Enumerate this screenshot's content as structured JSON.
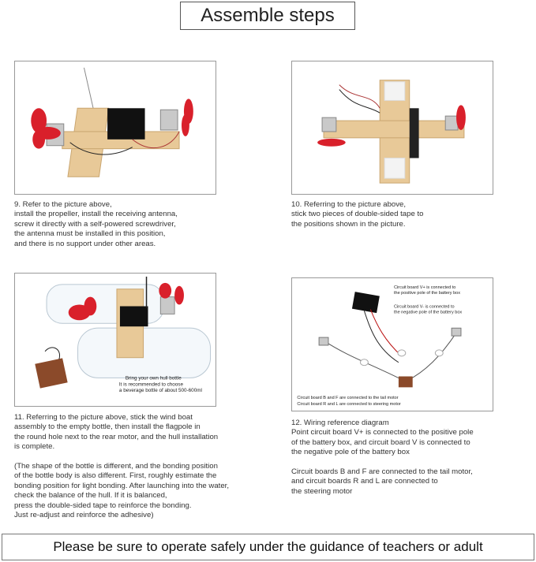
{
  "title": "Assemble steps",
  "steps": [
    {
      "caption": "9. Refer to the picture above,\ninstall the propeller, install the receiving antenna,\nscrew it directly with a self-powered screwdriver,\nthe antenna must be installed in this position,\nand there is no support under other areas."
    },
    {
      "caption": "10. Referring to the picture above,\nstick two pieces of double-sided tape to\nthe positions shown in the picture."
    },
    {
      "caption": "11. Referring to the picture above, stick the wind boat\nassembly to the empty bottle, then install the flagpole in\nthe round hole next to the rear motor, and the hull installation\nis complete.\n\n(The shape of the bottle is different, and the bonding position\nof the bottle body is also different. First, roughly estimate the\nbonding position for light bonding. After launching into the water,\ncheck the balance of the hull. If it is balanced,\npress the double-sided tape to reinforce the bonding.\nJust re-adjust and reinforce the adhesive)",
      "image_labels": [
        "Bring your own hull bottle",
        "It is recommended to choose",
        "a beverage bottle of about 500-600ml"
      ]
    },
    {
      "caption": "12. Wiring reference diagram\nPoint circuit board V+ is connected to the positive pole\nof the battery box, and circuit board V is connected to\nthe negative pole of the battery box\n\nCircuit boards B and F are connected to the tail motor,\nand circuit boards R and L are connected to\nthe steering motor",
      "image_labels": [
        "Circuit board V+ is connected to",
        "the positive pole of the battery box",
        "Circuit board V- is connected to",
        "the negative pole of the battery box",
        "Circuit board B and F are connected to the tail motor",
        "Circuit board R and L are connected to steering motor"
      ]
    }
  ],
  "footer": "Please be sure to operate safely under the guidance of teachers or adult",
  "colors": {
    "propeller": "#d9202b",
    "wood": "#e8c998",
    "battery_box": "#111111",
    "motor": "#c9c9c9",
    "circuit_board": "#8b4a2a"
  }
}
